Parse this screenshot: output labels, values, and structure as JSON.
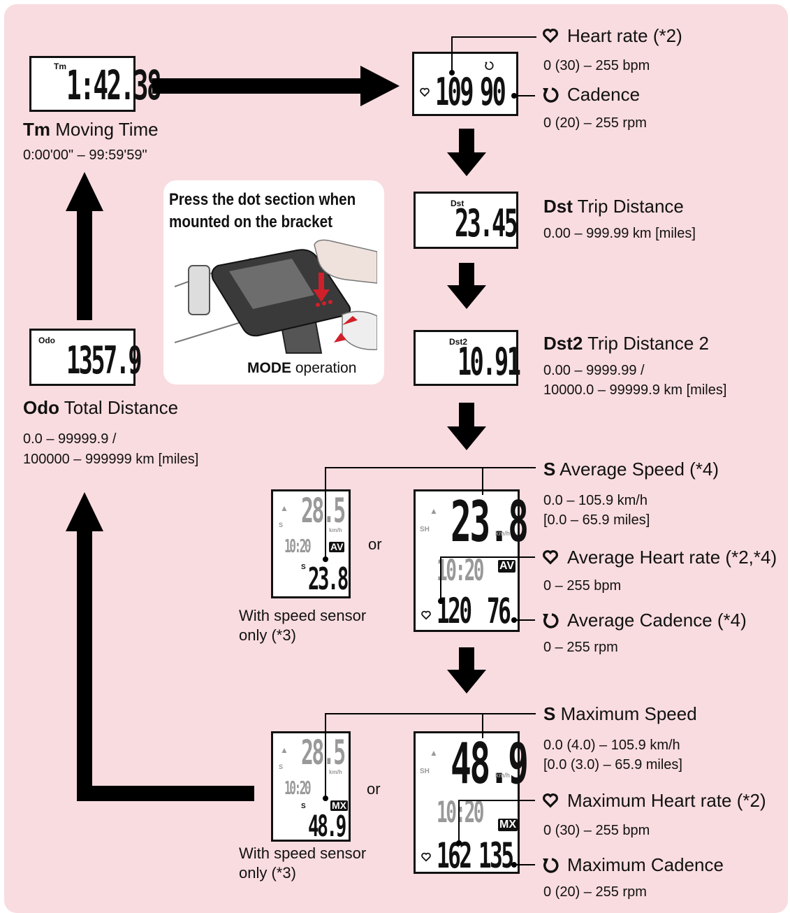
{
  "tm": {
    "abbr": "Tm",
    "name": "Moving Time",
    "range": "0:00'00\" – 99:59'59\"",
    "display": "1:42.38",
    "screen_label": "Tm"
  },
  "odo": {
    "abbr": "Odo",
    "name": "Total Distance",
    "range1": "0.0 – 99999.9 /",
    "range2": "100000 – 999999 km [miles]",
    "display": "1357.9",
    "screen_label": "Odo"
  },
  "heart_rate": {
    "name": "Heart rate (*2)",
    "range": "0 (30) – 255 bpm",
    "display": "109"
  },
  "cadence": {
    "name": "Cadence",
    "range": "0 (20) – 255 rpm",
    "display": "90"
  },
  "dst": {
    "abbr": "Dst",
    "name": "Trip Distance",
    "range": "0.00 – 999.99 km [miles]",
    "display": "23.45",
    "screen_label": "Dst"
  },
  "dst2": {
    "abbr": "Dst2",
    "name": "Trip Distance 2",
    "range1": "0.00 – 9999.99 /",
    "range2": "10000.0 – 99999.9 km [miles]",
    "display": "10.91",
    "screen_label": "Dst2"
  },
  "callout": {
    "title1": "Press the dot section when",
    "title2": "mounted on the bracket",
    "caption_bold": "MODE",
    "caption_rest": " operation"
  },
  "avg_speed": {
    "abbr": "S",
    "name": "Average Speed (*4)",
    "range1": "0.0 – 105.9 km/h",
    "range2": "[0.0 – 65.9 miles]",
    "display_main": "23.8",
    "display_time": "10:20",
    "display_hr": "120",
    "display_cad": "76",
    "badge": "AV"
  },
  "avg_heart": {
    "name": "Average Heart rate (*2,*4)",
    "range": "0 – 255 bpm"
  },
  "avg_cad": {
    "name": "Average Cadence (*4)",
    "range": "0 – 255 rpm"
  },
  "max_speed": {
    "abbr": "S",
    "name": "Maximum Speed",
    "range1": "0.0 (4.0) – 105.9 km/h",
    "range2": "[0.0 (3.0) – 65.9 miles]",
    "display_main": "48.9",
    "display_time": "10:20",
    "display_hr": "162",
    "display_cad": "135",
    "badge": "MX"
  },
  "max_heart": {
    "name": "Maximum Heart rate (*2)",
    "range": "0 (30) – 255 bpm"
  },
  "max_cad": {
    "name": "Maximum Cadence",
    "range": "0 (20) – 255 rpm"
  },
  "speed_only": {
    "caption1": "With speed sensor",
    "caption2": "only (*3)",
    "display_speed": "28.5",
    "display_time": "10:20",
    "avg_value": "23.8",
    "max_value": "48.9",
    "unit": "km/h"
  },
  "or_label": "or",
  "colors": {
    "panel": "#f9dce0",
    "device_screen": "#ffffff",
    "accent": "#d0202a"
  }
}
